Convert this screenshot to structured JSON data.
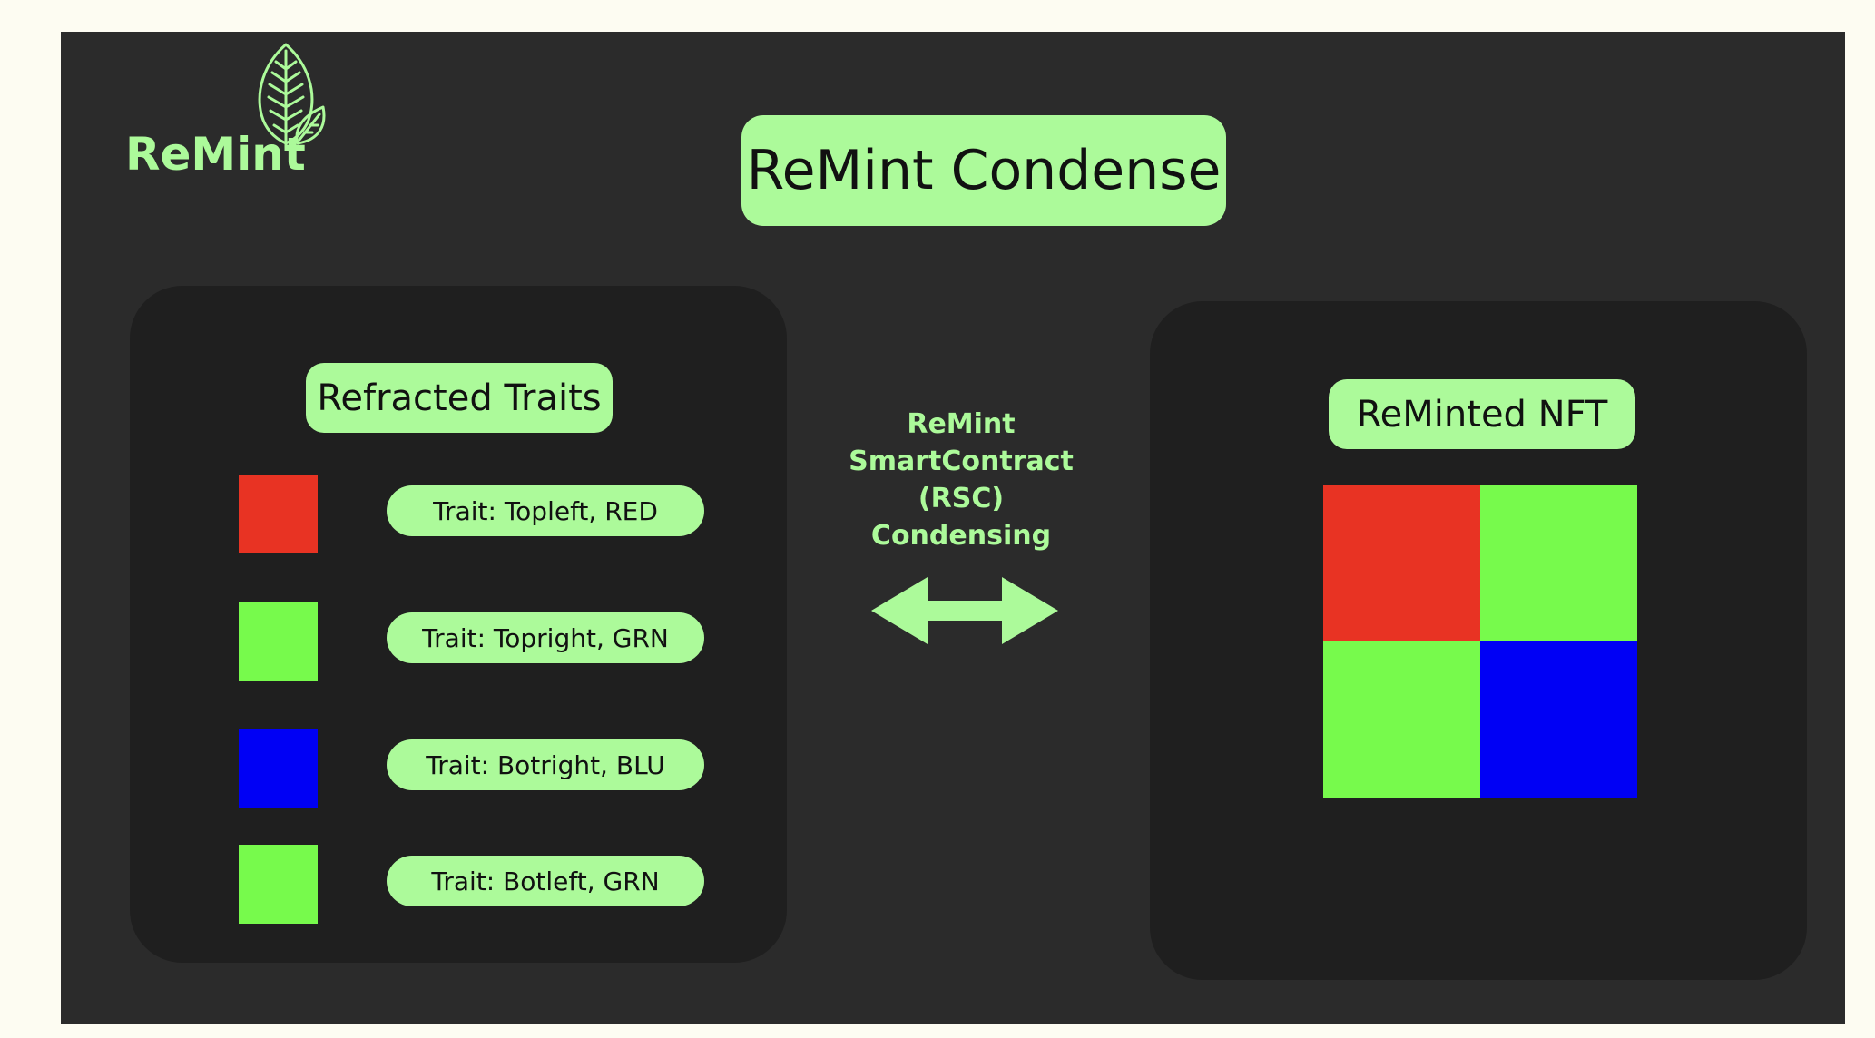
{
  "logo": {
    "text": "ReMint",
    "icon": "leaf-icon"
  },
  "title": "ReMint Condense",
  "left_panel": {
    "heading": "Refracted Traits",
    "traits": [
      {
        "label": "Trait: Topleft, RED",
        "color": "#e83323"
      },
      {
        "label": "Trait: Topright, GRN",
        "color": "#77fa4c"
      },
      {
        "label": "Trait: Botright, BLU",
        "color": "#0000f5"
      },
      {
        "label": "Trait: Botleft, GRN",
        "color": "#77fa4c"
      }
    ]
  },
  "center": {
    "lines": [
      "ReMint",
      "SmartContract",
      "(RSC)",
      "Condensing"
    ],
    "arrow_icon": "double-arrow-icon"
  },
  "right_panel": {
    "heading": "ReMinted NFT",
    "grid_colors": [
      "#e83323",
      "#77fa4c",
      "#77fa4c",
      "#0000f5"
    ]
  },
  "colors": {
    "accent": "#acfa9a",
    "background": "#2b2b2b",
    "panel": "#1f1f1f"
  }
}
